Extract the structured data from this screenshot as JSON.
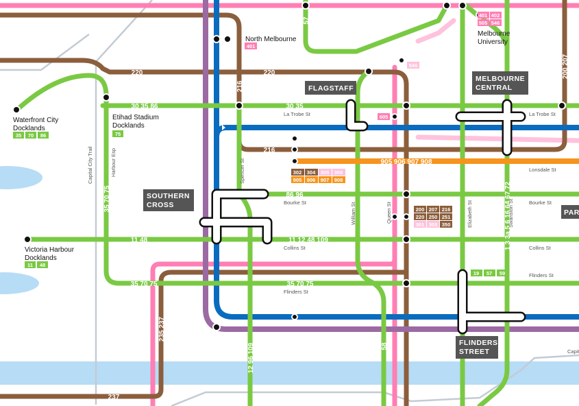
{
  "colors": {
    "green": "#7ac943",
    "brown": "#8b5e3c",
    "pink": "#ff7eb3",
    "light_pink": "#ffc2dc",
    "blue": "#0a6cbf",
    "purple": "#9b6aa3",
    "orange": "#f7941d",
    "water": "#b7dcf5",
    "grey_road": "#c3cbd3",
    "hub_box": "#555555"
  },
  "hubs": {
    "flagstaff": "FLAGSTAFF",
    "melbourne_central_1": "MELBOURNE",
    "melbourne_central_2": "CENTRAL",
    "southern_cross_1": "SOUTHERN",
    "southern_cross_2": "CROSS",
    "flinders_street_1": "FLINDERS",
    "flinders_street_2": "STREET",
    "parliament_partial": "PAR"
  },
  "stops": {
    "north_melbourne": "North Melbourne",
    "melbourne_university_1": "Melbourne",
    "melbourne_university_2": "University",
    "waterfront_city_1": "Waterfront City",
    "waterfront_city_2": "Docklands",
    "etihad_1": "Etihad Stadium",
    "etihad_2": "Docklands",
    "victoria_harbour_1": "Victoria Harbour",
    "victoria_harbour_2": "Docklands"
  },
  "streets": {
    "la_trobe_1": "La Trobe St",
    "la_trobe_2": "La Trobe St",
    "lonsdale": "Lonsdale St",
    "bourke_1": "Bourke St",
    "bourke_2": "Bourke St",
    "collins_1": "Collins St",
    "collins_2": "Collins St",
    "flinders_1": "Flinders St",
    "flinders_2": "Flinders St",
    "spencer": "Spencer St",
    "william": "William St",
    "queen": "Queen St",
    "elizabeth": "Elizabeth St",
    "swanston": "Swanston St",
    "harbour_esp": "Harbour Esp",
    "capital_city_trail_1": "Capital City Trail",
    "capital_city_trail_2": "Capit"
  },
  "routes": {
    "r220_a": "220",
    "r220_b": "220",
    "r216_v": "216",
    "r216_h": "216",
    "r57": "57",
    "r58_a": "58",
    "r58_b": "58",
    "r200_207": "200 207",
    "r30_35_86": "30 35 86",
    "r30_35": "30 35",
    "r905_908": "905 906 907 908",
    "r86_96": "86 96",
    "r11_48": "11 48",
    "r11_109": "11 12 48 109",
    "r35_70_75_a": "35 70 75",
    "r35_70_75_b": "35 70 75",
    "r35_70_75_v": "35 70 75",
    "r235_237": "235 237",
    "r237": "237",
    "r12_96_109": "12 96 109",
    "swanston_routes": "1 3 3a 5 6 16 64 67 72"
  },
  "badges": {
    "b401_single": "401",
    "b546_single": "546",
    "b605": "605",
    "uni": [
      "401",
      "402",
      "505",
      "546"
    ],
    "waterfront": [
      "35",
      "70",
      "86"
    ],
    "etihad": [
      "75"
    ],
    "vic_harbour": [
      "11",
      "48"
    ],
    "flinders_st": [
      "19",
      "57",
      "59"
    ],
    "spencer_block": [
      "302",
      "304",
      "305",
      "306",
      "905",
      "906",
      "907",
      "908"
    ],
    "queen_block": [
      "200",
      "207",
      "216",
      "220",
      "250",
      "251",
      "301",
      "303",
      "350"
    ]
  }
}
